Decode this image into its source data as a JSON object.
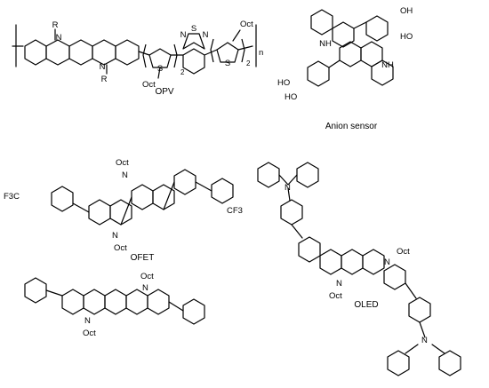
{
  "molecules": {
    "opv": {
      "caption": "OPV",
      "labels": {
        "n1": "N",
        "n2": "N",
        "r1": "R",
        "r2": "R",
        "s1": "S",
        "s2": "S",
        "s3": "S",
        "n3": "N",
        "n4": "N",
        "oct1": "Oct",
        "oct2": "Oct",
        "sub1": "2",
        "sub2": "2",
        "n_index": "n"
      }
    },
    "anion_sensor": {
      "caption": "Anion sensor",
      "labels": {
        "nh1": "NH",
        "nh2": "NH",
        "oh1": "OH",
        "oh2": "HO",
        "oh3": "HO",
        "oh4": "HO"
      }
    },
    "ofet": {
      "caption": "OFET",
      "labels": {
        "n1": "N",
        "n2": "N",
        "oct1": "Oct",
        "oct2": "Oct",
        "cf3_left": "F3C",
        "cf3_right": "CF3"
      }
    },
    "biphenyl_carbazole": {
      "caption": "",
      "labels": {
        "n1": "N",
        "n2": "N",
        "oct1": "Oct",
        "oct2": "Oct"
      }
    },
    "oled": {
      "caption": "OLED",
      "labels": {
        "n1": "N",
        "n2": "N",
        "n_top": "N",
        "n_bottom": "N",
        "oct1": "Oct",
        "oct2": "Oct"
      }
    }
  }
}
